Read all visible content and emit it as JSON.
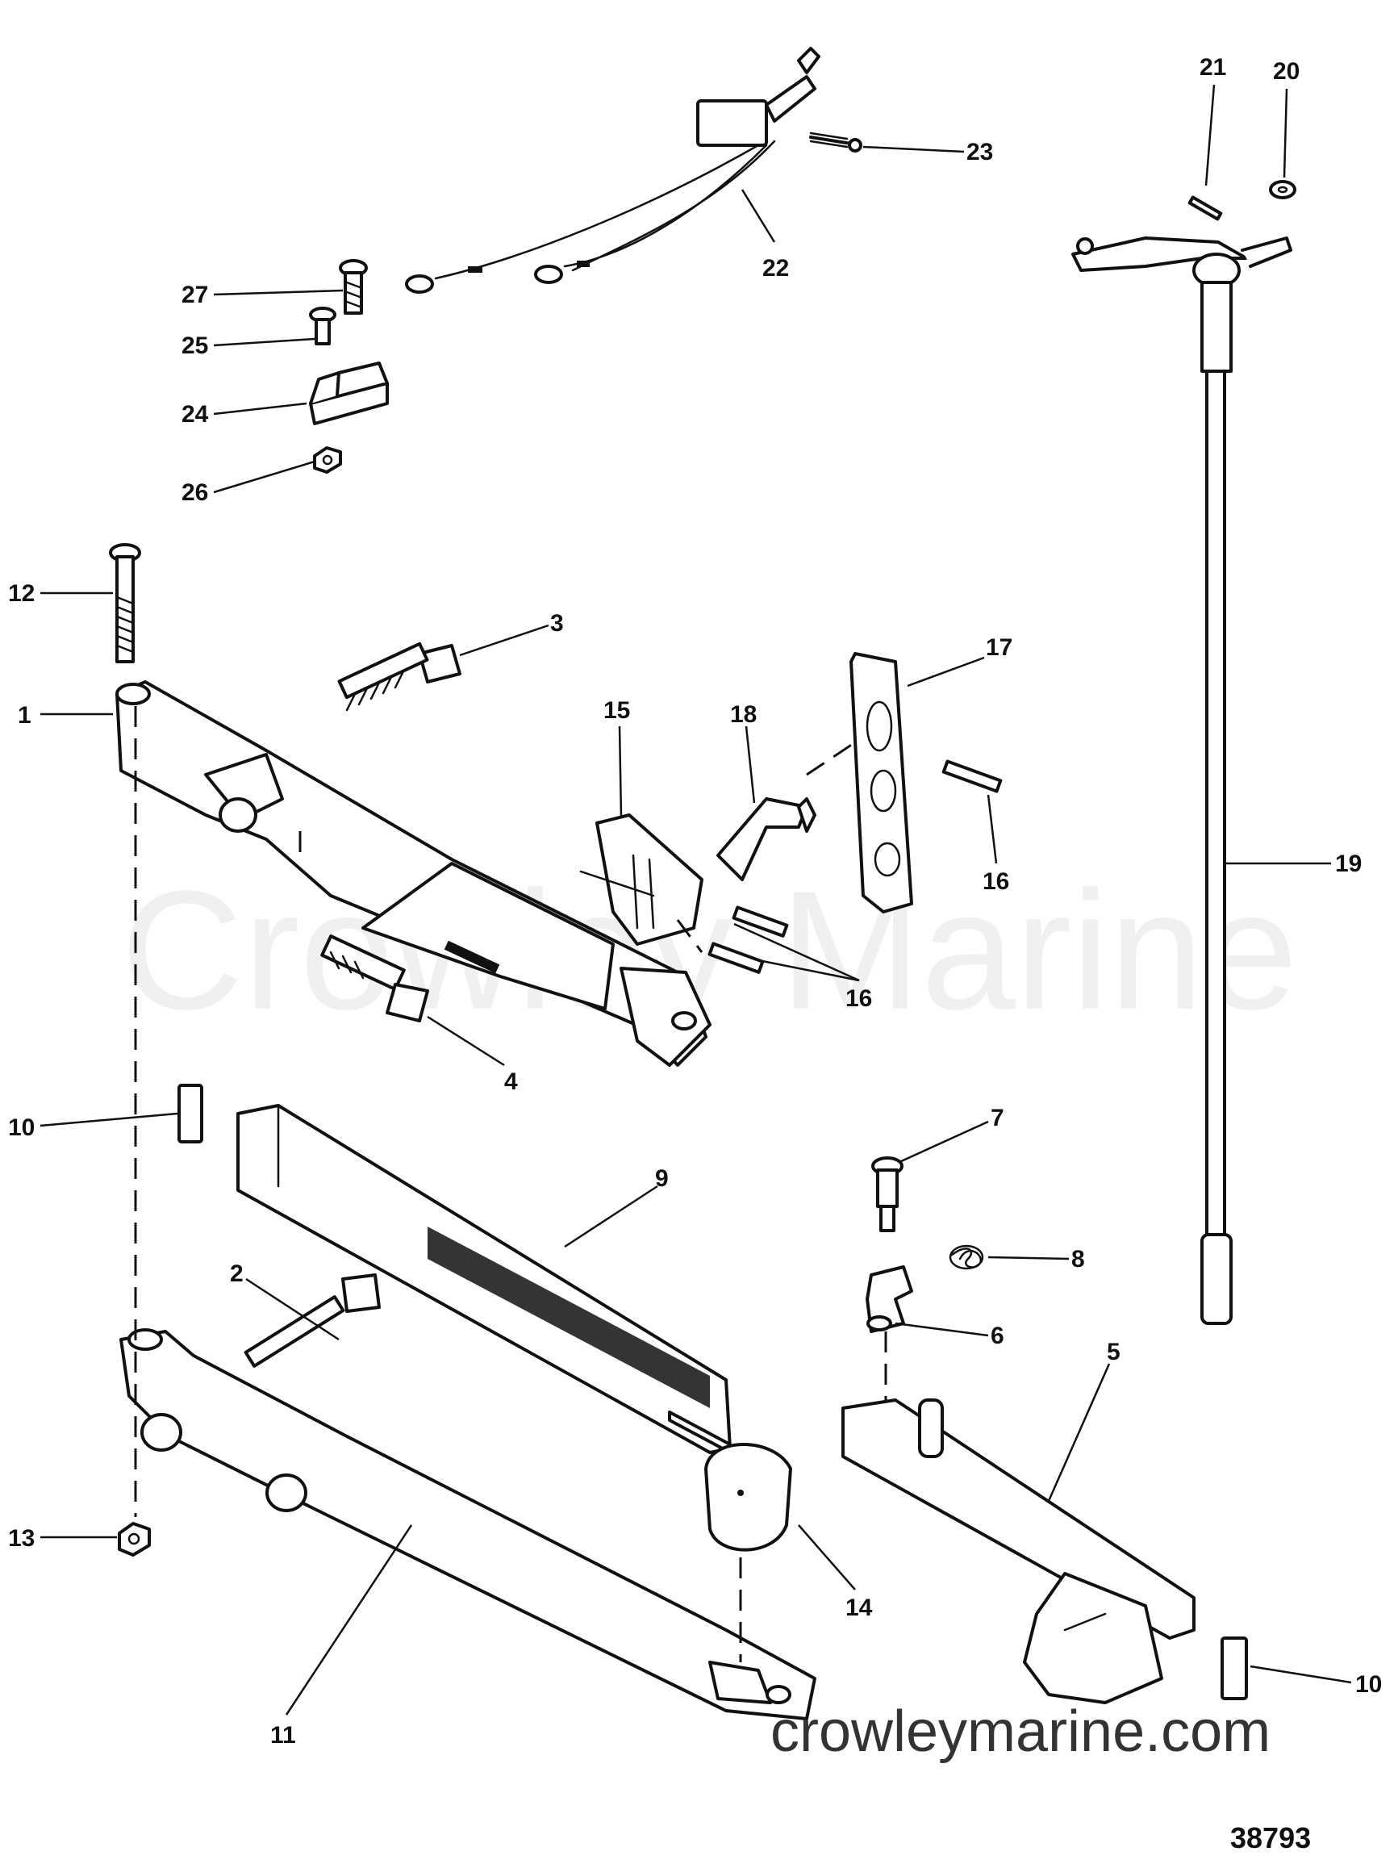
{
  "watermark": "Crowley Marine",
  "website": "crowleymarine.com",
  "figure_number": "38793",
  "callouts": {
    "c1": "1",
    "c2": "2",
    "c3": "3",
    "c4": "4",
    "c5": "5",
    "c6": "6",
    "c7": "7",
    "c8": "8",
    "c9": "9",
    "c10a": "10",
    "c10b": "10",
    "c11": "11",
    "c12": "12",
    "c13": "13",
    "c14": "14",
    "c15": "15",
    "c16a": "16",
    "c16b": "16",
    "c17": "17",
    "c18": "18",
    "c19": "19",
    "c20": "20",
    "c21": "21",
    "c22": "22",
    "c23": "23",
    "c24": "24",
    "c25": "25",
    "c26": "26",
    "c27": "27"
  }
}
